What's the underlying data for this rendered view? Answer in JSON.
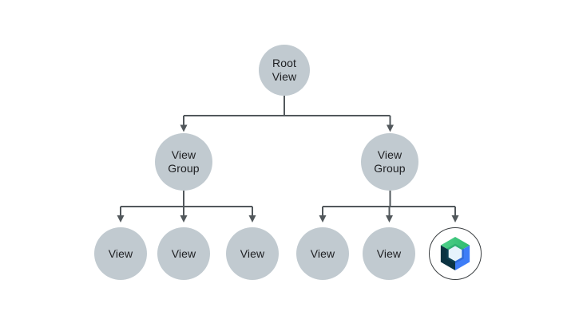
{
  "diagram": {
    "title": "view-hierarchy-tree",
    "background_color": "#ffffff",
    "connector_color": "#52585c",
    "node_fill_color": "#c1cad0",
    "node_text_color": "#202124",
    "compose_node_border_color": "#3c4043",
    "nodes": {
      "root": {
        "label": "Root\nView"
      },
      "view_group_left": {
        "label": "View\nGroup"
      },
      "view_group_right": {
        "label": "View\nGroup"
      },
      "view_1": {
        "label": "View"
      },
      "view_2": {
        "label": "View"
      },
      "view_3": {
        "label": "View"
      },
      "view_4": {
        "label": "View"
      },
      "view_5": {
        "label": "View"
      },
      "compose": {
        "icon": "jetpack-compose-icon",
        "aria_label": "Jetpack Compose",
        "colors": {
          "green_light": "#4fd08a",
          "green_dark": "#2ebb6f",
          "blue": "#3e7df7",
          "blue_inner": "#2f6bd9",
          "navy": "#0b3342",
          "navy_inner": "#0e4052",
          "core": "#e6f3fc"
        }
      }
    },
    "edges": [
      "root -> view_group_left",
      "root -> view_group_right",
      "view_group_left -> view_1",
      "view_group_left -> view_2",
      "view_group_left -> view_3",
      "view_group_right -> view_4",
      "view_group_right -> view_5",
      "view_group_right -> compose"
    ]
  }
}
